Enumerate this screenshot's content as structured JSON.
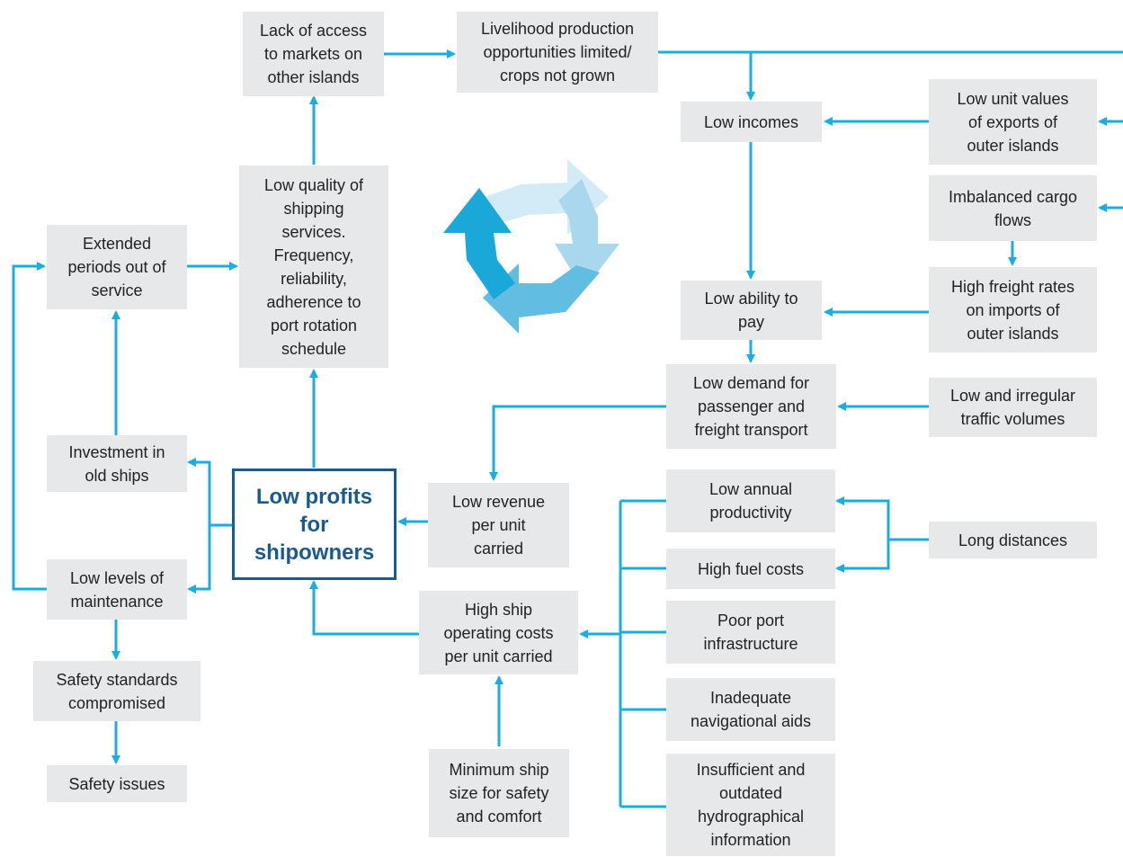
{
  "colors": {
    "box_fill": "#e7e8ea",
    "arrow": "#19aee0",
    "core_border": "#1a5b8c",
    "core_text": "#1a5b8c"
  },
  "boxes": {
    "lack_access": "Lack of access\nto markets on\nother islands",
    "livelihood": "Livelihood production\nopportunities limited/\ncrops not grown",
    "low_incomes": "Low incomes",
    "low_unit_values": "Low unit values\nof exports of\nouter islands",
    "imbalanced": "Imbalanced cargo\nflows",
    "high_freight": "High freight rates\non imports of\nouter islands",
    "low_ability": "Low ability to\npay",
    "low_demand": "Low demand for\npassenger and\nfreight transport",
    "irregular_traffic": "Low and irregular\ntraffic volumes",
    "low_quality": "Low quality of\nshipping\nservices.\nFrequency,\nreliability,\nadherence to\nport rotation\nschedule",
    "extended_periods": "Extended\nperiods out of\nservice",
    "investment_old": "Investment in\nold ships",
    "low_maintenance": "Low levels of\nmaintenance",
    "safety_standards": "Safety standards\ncompromised",
    "safety_issues": "Safety issues",
    "low_revenue": "Low revenue\nper unit\ncarried",
    "high_operating": "High ship\noperating costs\nper unit carried",
    "min_ship_size": "Minimum ship\nsize for safety\nand comfort",
    "low_productivity": "Low annual\nproductivity",
    "high_fuel": "High fuel costs",
    "long_distances": "Long distances",
    "poor_port": "Poor port\ninfrastructure",
    "inadequate_nav": "Inadequate\nnavigational aids",
    "hydrographic": "Insufficient and\noutdated\nhydrographical\ninformation"
  },
  "core": {
    "text": "Low profits\nfor\nshipowners"
  },
  "cycle_icon": {
    "colors": [
      "#d3ebf6",
      "#a9d7ee",
      "#62bde3",
      "#1aa8d8"
    ]
  }
}
